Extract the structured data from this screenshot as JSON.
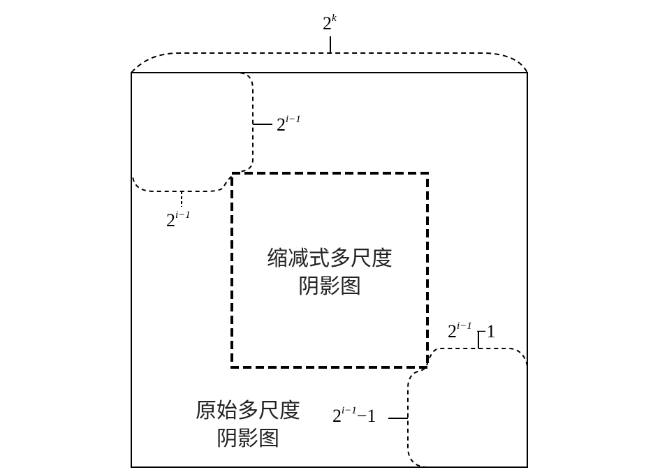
{
  "labels": {
    "top_base": "2",
    "top_exp": "k",
    "upper_left_side_base": "2",
    "upper_left_side_exp": "i−1",
    "upper_left_bottom_base": "2",
    "upper_left_bottom_exp": "i−1",
    "lower_right_top_base": "2",
    "lower_right_top_exp": "i−1",
    "lower_right_top_tail": "−1",
    "lower_right_side_base": "2",
    "lower_right_side_exp": "i−1",
    "lower_right_side_tail": "−1"
  },
  "inner_box_title": [
    "缩减式多尺度",
    "阴影图"
  ],
  "outer_box_title": [
    "原始多尺度",
    "阴影图"
  ],
  "colors": {
    "line": "#000000",
    "text": "#000000",
    "cjk_text": "#222222",
    "background": "#ffffff"
  }
}
